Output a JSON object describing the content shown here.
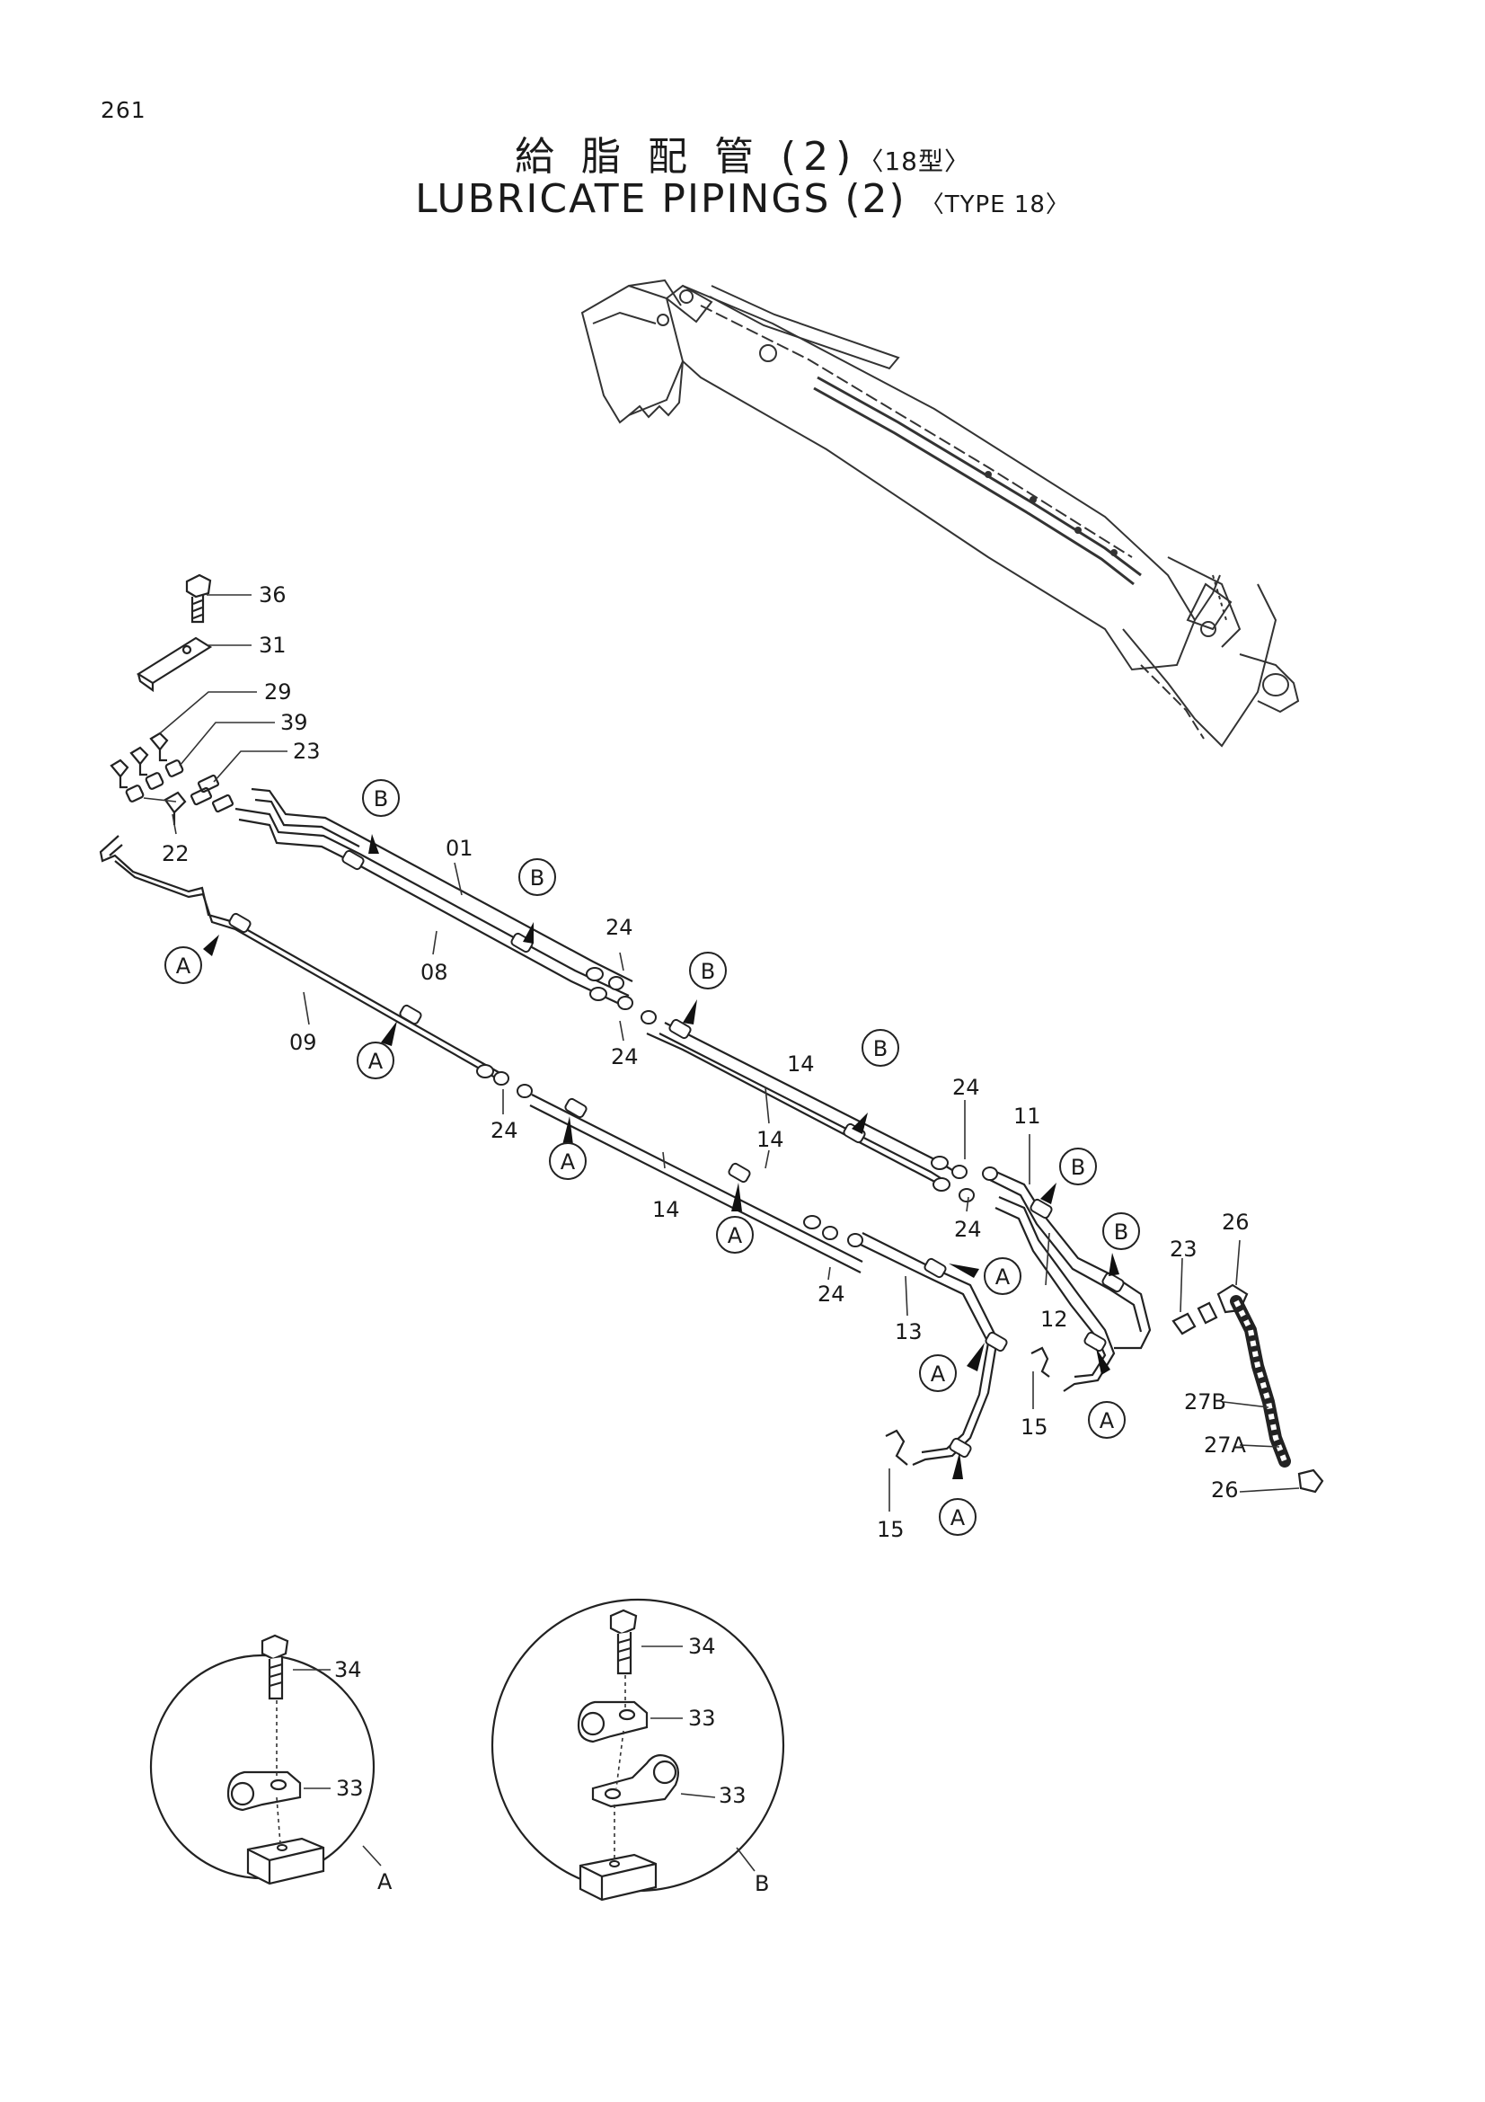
{
  "page_number": "261",
  "title": {
    "jp_main": "給 脂 配 管 (2)",
    "jp_type": "〈18型〉",
    "en_main": "LUBRICATE PIPINGS (2)",
    "en_type": "〈TYPE 18〉"
  },
  "part_labels": {
    "p01": "01",
    "p08": "08",
    "p09": "09",
    "p11": "11",
    "p12": "12",
    "p13": "13",
    "p14": "14",
    "p15": "15",
    "p22": "22",
    "p23": "23",
    "p24": "24",
    "p26": "26",
    "p27a": "27A",
    "p27b": "27B",
    "p29": "29",
    "p31": "31",
    "p33": "33",
    "p34": "34",
    "p36": "36",
    "p39": "39"
  },
  "detail_markers": {
    "a": "A",
    "b": "B"
  }
}
